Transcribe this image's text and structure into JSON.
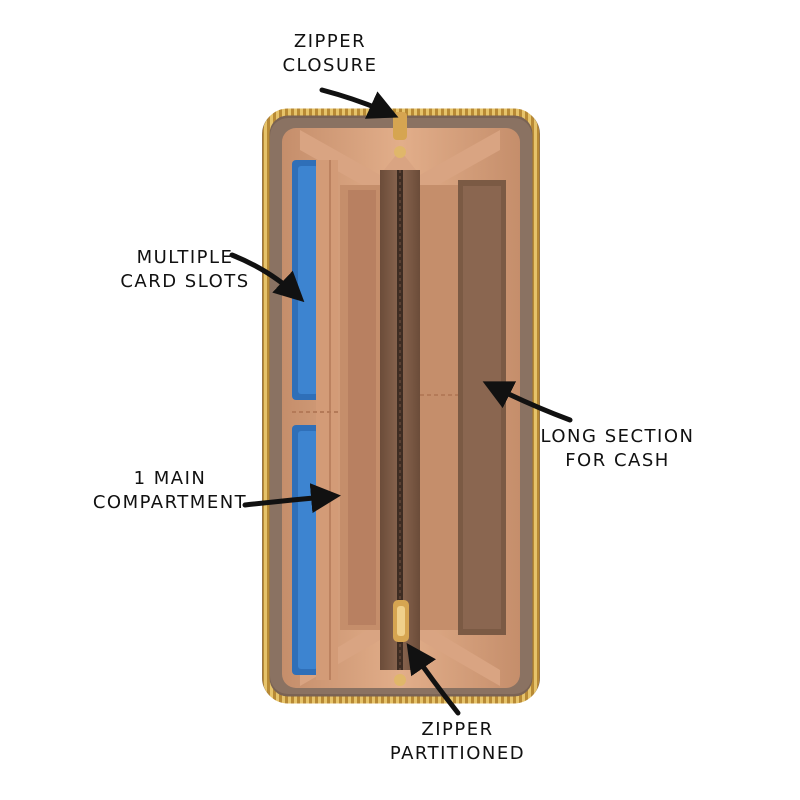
{
  "annotations": {
    "zipper_closure": [
      "ZIPPER",
      "CLOSURE"
    ],
    "card_slots": [
      "MULTIPLE",
      "CARD SLOTS"
    ],
    "main_compartment": [
      "1 MAIN",
      "COMPARTMENT"
    ],
    "long_section": [
      "LONG SECTION",
      "FOR CASH"
    ],
    "zipper_partitioned": [
      "ZIPPER",
      "PARTITIONED"
    ]
  },
  "colors": {
    "outer_shell": "#7a6354",
    "tan_leather": "#d7a07d",
    "inner_brown": "#7b5a44",
    "zipper_gold": "#c9a04a",
    "card_blue": "#2f6fb8",
    "arrow": "#111111"
  }
}
